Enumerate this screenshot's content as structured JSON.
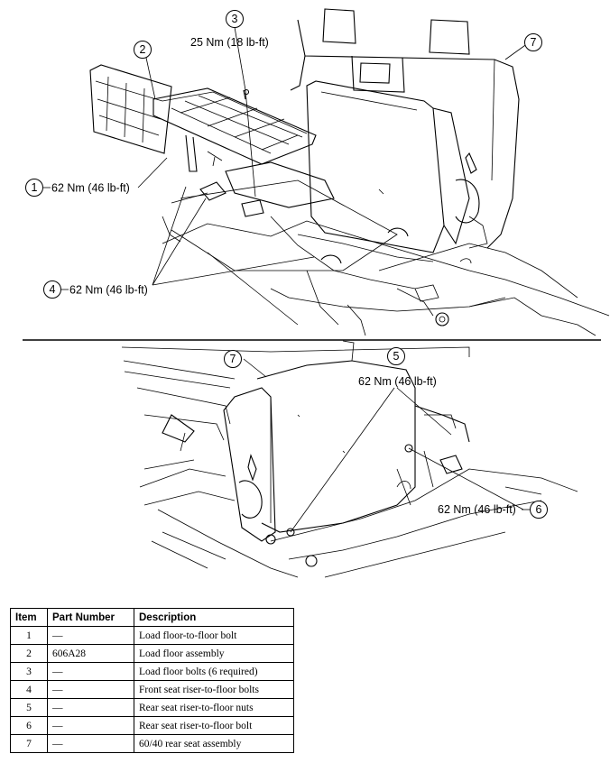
{
  "callouts": {
    "c1": {
      "number": "1",
      "torque": "62 Nm (46 lb-ft)"
    },
    "c2": {
      "number": "2"
    },
    "c3": {
      "number": "3",
      "torque": "25 Nm (18 lb-ft)"
    },
    "c4": {
      "number": "4",
      "torque": "62 Nm (46 lb-ft)"
    },
    "c5": {
      "number": "5",
      "torque": "62 Nm (46 lb-ft)"
    },
    "c6": {
      "number": "6",
      "torque": "62 Nm (46 lb-ft)"
    },
    "c7a": {
      "number": "7"
    },
    "c7b": {
      "number": "7"
    }
  },
  "table": {
    "headers": {
      "item": "Item",
      "part": "Part Number",
      "desc": "Description"
    },
    "rows": [
      {
        "item": "1",
        "part": "—",
        "desc": "Load floor-to-floor bolt"
      },
      {
        "item": "2",
        "part": "606A28",
        "desc": "Load floor assembly"
      },
      {
        "item": "3",
        "part": "—",
        "desc": "Load floor bolts (6 required)"
      },
      {
        "item": "4",
        "part": "—",
        "desc": "Front seat riser-to-floor bolts"
      },
      {
        "item": "5",
        "part": "—",
        "desc": "Rear seat riser-to-floor nuts"
      },
      {
        "item": "6",
        "part": "—",
        "desc": "Rear seat riser-to-floor bolt"
      },
      {
        "item": "7",
        "part": "—",
        "desc": "60/40 rear seat assembly"
      }
    ]
  }
}
